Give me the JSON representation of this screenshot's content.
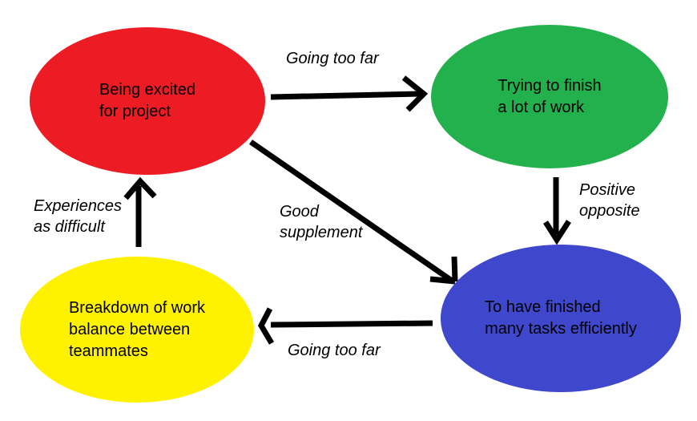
{
  "diagram": {
    "background": "#ffffff",
    "text_color": "#000000",
    "arrow_color": "#000000",
    "nodes": [
      {
        "id": "being-excited",
        "label": "Being excited\nfor project",
        "color": "#ed1c24"
      },
      {
        "id": "trying-finish",
        "label": "Trying to finish\na lot of work",
        "color": "#22b14c"
      },
      {
        "id": "finished-tasks",
        "label": "To have finished\nmany tasks efficiently",
        "color": "#3f48cc"
      },
      {
        "id": "work-breakdown",
        "label": "Breakdown of work\nbalance between\nteammates",
        "color": "#fff200"
      }
    ],
    "edges": [
      {
        "from": "being-excited",
        "to": "trying-finish",
        "label": "Going too far"
      },
      {
        "from": "trying-finish",
        "to": "finished-tasks",
        "label": "Positive\nopposite"
      },
      {
        "from": "being-excited",
        "to": "finished-tasks",
        "label": "Good\nsupplement"
      },
      {
        "from": "finished-tasks",
        "to": "work-breakdown",
        "label": "Going too far"
      },
      {
        "from": "work-breakdown",
        "to": "being-excited",
        "label": "Experiences\nas difficult"
      }
    ]
  }
}
